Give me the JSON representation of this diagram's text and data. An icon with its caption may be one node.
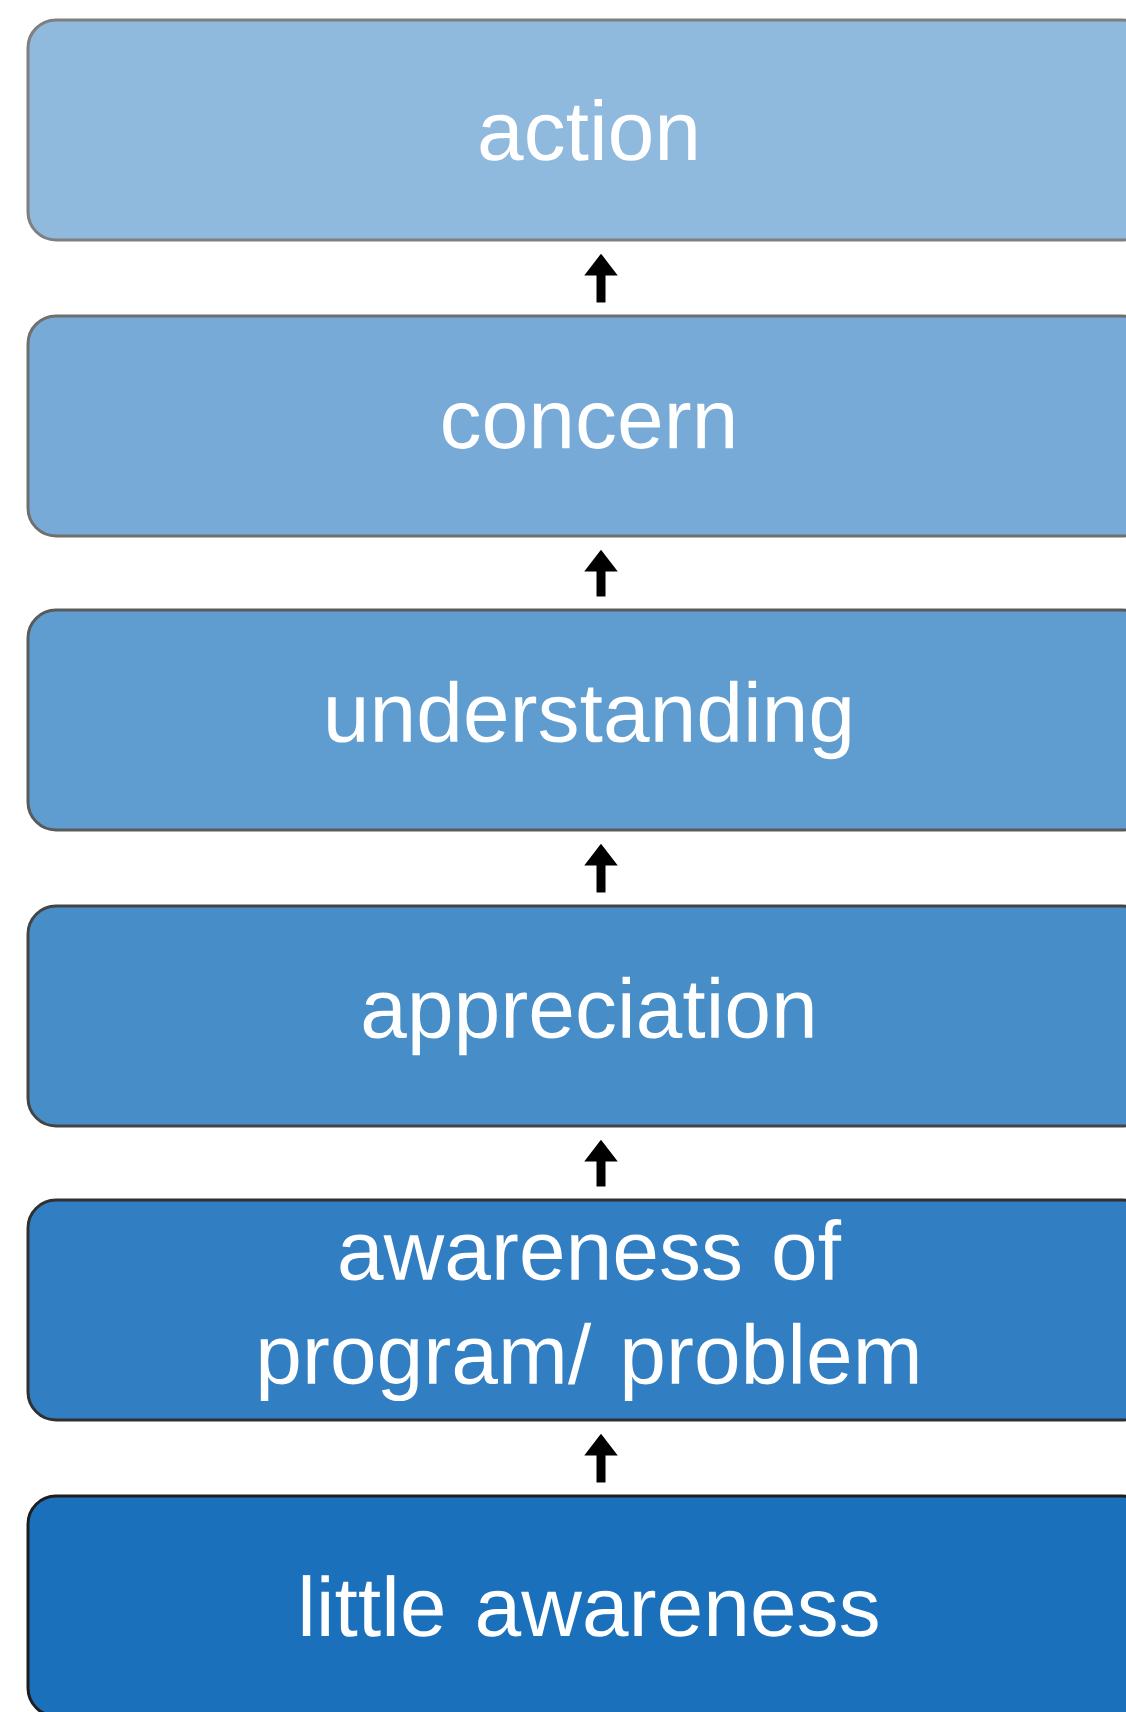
{
  "diagram": {
    "nodes": [
      {
        "text": [
          "action"
        ]
      },
      {
        "text": [
          "concern"
        ]
      },
      {
        "text": [
          "understanding"
        ]
      },
      {
        "text": [
          "appreciation"
        ]
      },
      {
        "text": [
          "awareness of program/ problem"
        ]
      },
      {
        "text": [
          "little awareness"
        ]
      }
    ],
    "edges": [
      {
        "from": 5,
        "to": 4,
        "arrow": "to"
      },
      {
        "from": 4,
        "to": 3,
        "arrow": "to"
      },
      {
        "from": 3,
        "to": 2,
        "arrow": "to"
      },
      {
        "from": 2,
        "to": 1,
        "arrow": "to"
      },
      {
        "from": 1,
        "to": 0,
        "arrow": "to"
      }
    ]
  }
}
